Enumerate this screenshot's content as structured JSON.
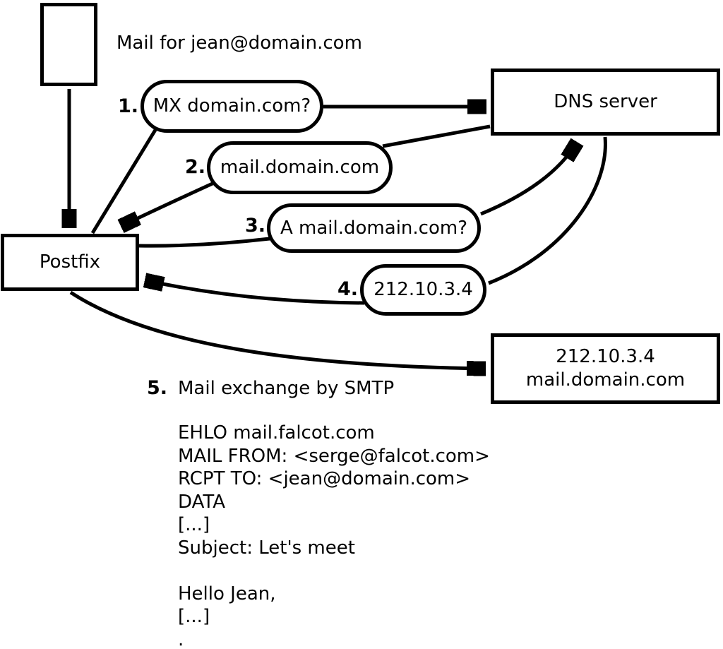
{
  "colors": {
    "line": "#000000",
    "background": "#ffffff",
    "text": "#000000"
  },
  "diagram": {
    "mail_note": "Mail for jean@domain.com",
    "nodes": {
      "postfix": {
        "label": "Postfix"
      },
      "dns_server": {
        "label": "DNS server"
      },
      "destination": {
        "line1": "212.10.3.4",
        "line2": "mail.domain.com"
      }
    },
    "steps": [
      {
        "number": "1.",
        "label": "MX domain.com?"
      },
      {
        "number": "2.",
        "label": "mail.domain.com"
      },
      {
        "number": "3.",
        "label": "A mail.domain.com?"
      },
      {
        "number": "4.",
        "label": "212.10.3.4"
      },
      {
        "number": "5.",
        "label": "Mail exchange by SMTP"
      }
    ],
    "smtp_session": {
      "lines": [
        "EHLO mail.falcot.com",
        "MAIL FROM: <serge@falcot.com>",
        "RCPT TO: <jean@domain.com>",
        "DATA",
        "[...]",
        "Subject: Let's meet",
        "",
        "Hello Jean,",
        "[...]",
        "."
      ]
    }
  }
}
